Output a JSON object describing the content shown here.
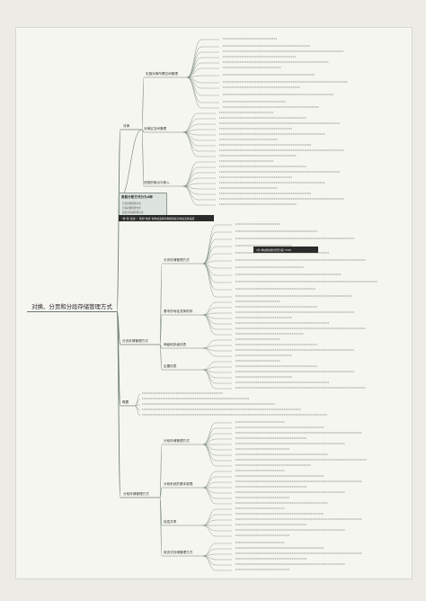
{
  "root": "对换、分页和分段存储管理方式",
  "main_branches": [
    "对换",
    "分页存储管理方式",
    "概要",
    "分段存储管理方式"
  ],
  "sub_branches": {
    "swap": [
      "实施对换所需空间管理",
      "对换区空间管理",
      "进程的换出与换入"
    ],
    "paging": [
      "分页存储管理方式",
      "基本的地址变换机构",
      "两级和多级页表",
      "反置页表"
    ],
    "segment": [
      "分段存储管理方式",
      "分段系统的基本原理",
      "信息共享",
      "段页式存储管理方式"
    ]
  },
  "note_box": {
    "title": "离散分配方式分为4种",
    "lines": [
      "分页存储管理方式",
      "分段存储管理方式",
      "段页式存储管理方式"
    ]
  },
  "banner": "“快”和“连接”：增加“快表”的地址变换机构能够提高地址变换速度",
  "tag": "4为 地址映射的分页分段 (TLB)"
}
